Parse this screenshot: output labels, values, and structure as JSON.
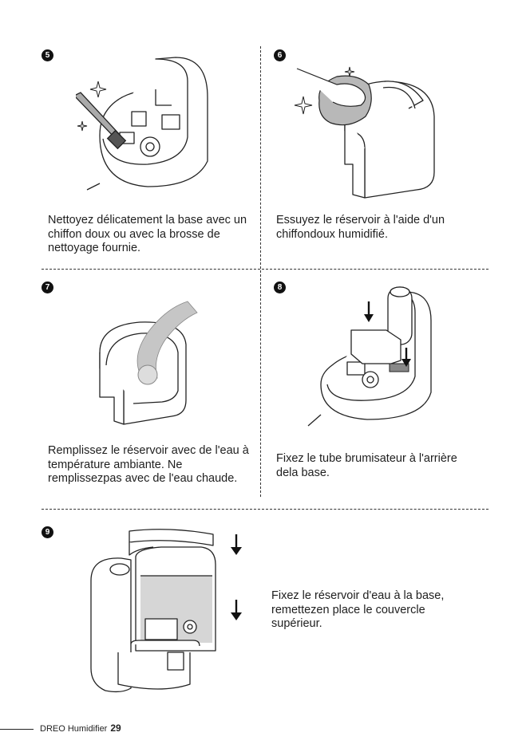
{
  "steps": [
    {
      "number": "5",
      "text": "Nettoyez délicatement la base avec un chiffon doux ou avec la brosse de nettoyage fournie."
    },
    {
      "number": "6",
      "text": "Essuyez le réservoir à l'aide d'un chiffondoux humidifié."
    },
    {
      "number": "7",
      "text": "Remplissez le réservoir avec de l'eau à température ambiante. Ne remplissezpas avec de l'eau chaude."
    },
    {
      "number": "8",
      "text": "Fixez le tube brumisateur à l'arrière dela base."
    },
    {
      "number": "9",
      "text": "Fixez le réservoir d'eau à la base, remettezen place le couvercle supérieur."
    }
  ],
  "footer": {
    "brand": "DREO Humidifier",
    "page": "29"
  }
}
